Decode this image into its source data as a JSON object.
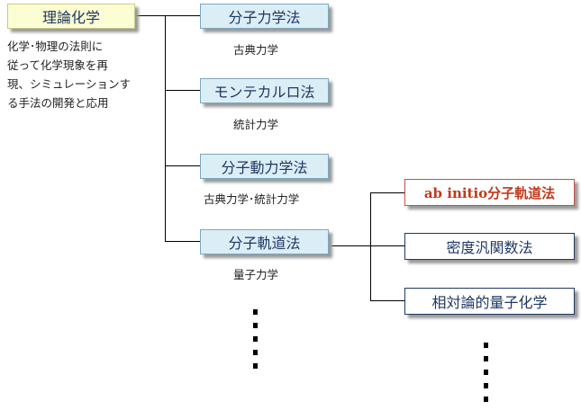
{
  "root": {
    "title": "理論化学",
    "description_lines": [
      "化学･物理の法則に",
      "従って化学現象を再",
      "現、シミュレーションす",
      "る手法の開発と応用"
    ]
  },
  "methods": [
    {
      "label": "分子力学法",
      "caption": "古典力学"
    },
    {
      "label": "モンテカルロ法",
      "caption": "統計力学"
    },
    {
      "label": "分子動力学法",
      "caption": "古典力学･統計力学"
    },
    {
      "label": "分子軌道法",
      "caption": "量子力学"
    }
  ],
  "orbital_subtypes": [
    {
      "label": "ab initio分子軌道法"
    },
    {
      "label": "密度汎関数法"
    },
    {
      "label": "相対論的量子化学"
    }
  ],
  "colors": {
    "root_fill": "#fdfdd3",
    "method_fill": "#dbeef6",
    "text_navy": "#1f3864",
    "highlight_red": "#c0391b"
  }
}
